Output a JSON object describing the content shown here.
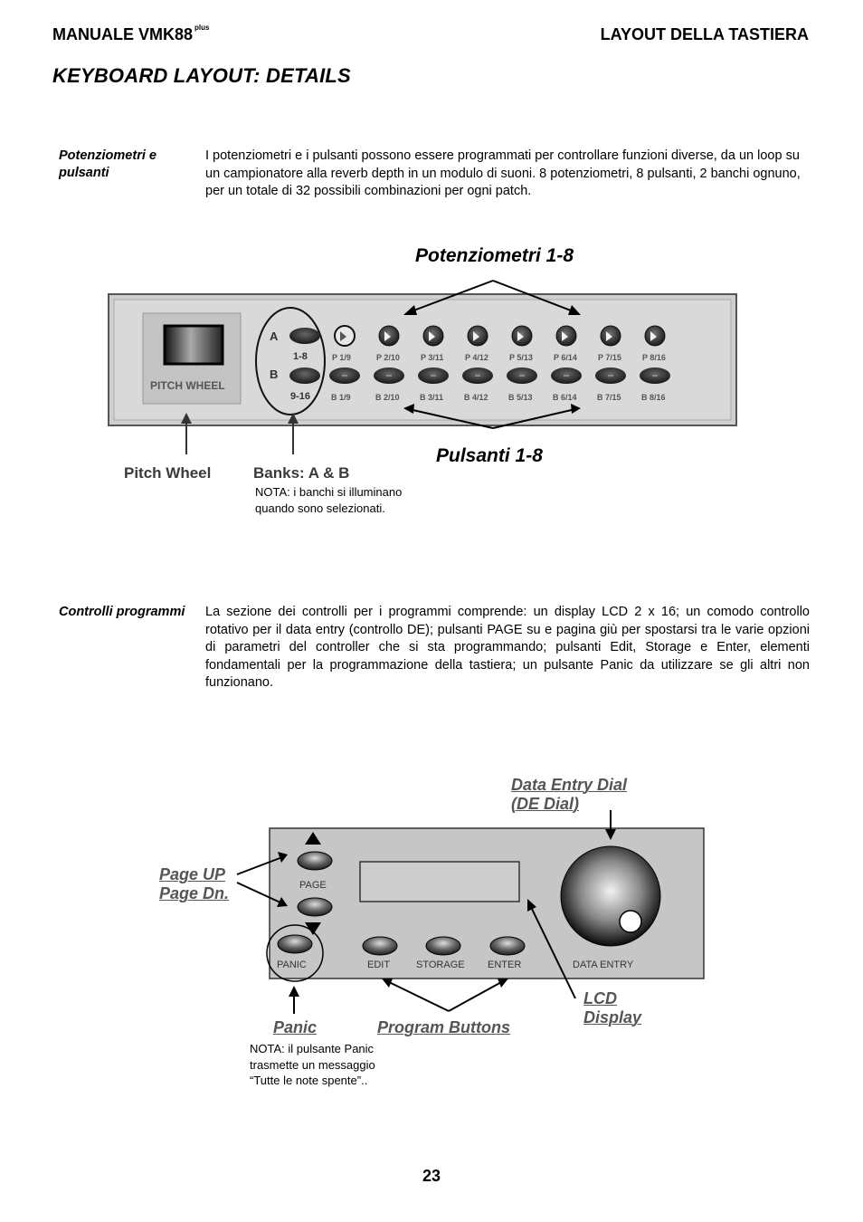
{
  "header": {
    "left_title": "MANUALE VMK88",
    "left_sup": "plus",
    "right_title": "LAYOUT DELLA TASTIERA"
  },
  "page_title": "KEYBOARD LAYOUT: DETAILS",
  "section1": {
    "side_label": "Potenziometri e pulsanti",
    "text": "I potenziometri e i pulsanti possono essere programmati per controllare funzioni diverse, da un loop su un campionatore alla reverb depth in un modulo di suoni. 8 potenziometri, 8 pulsanti, 2 banchi ognuno, per un totale di 32 possibili combinazioni per ogni patch."
  },
  "figure1": {
    "caption_pots": "Potenziometri 1-8",
    "caption_buttons": "Pulsanti 1-8",
    "pitch_wheel_panel_label": "PITCH WHEEL",
    "bank_a": "A",
    "bank_b": "B",
    "bank_a_range": "1-8",
    "bank_b_range": "9-16",
    "pot_labels": [
      "P 1/9",
      "P 2/10",
      "P 3/11",
      "P 4/12",
      "P 5/13",
      "P 6/14",
      "P 7/15",
      "P 8/16"
    ],
    "button_labels": [
      "B 1/9",
      "B 2/10",
      "B 3/11",
      "B 4/12",
      "B 5/13",
      "B 6/14",
      "B 7/15",
      "B 8/16"
    ],
    "callout_pitch": "Pitch Wheel",
    "callout_banks": "Banks: A & B",
    "note": "NOTA: i banchi si illuminano quando sono selezionati."
  },
  "section2": {
    "side_label": "Controlli programmi",
    "text": "La sezione dei controlli per i programmi comprende: un display LCD 2 x 16; un comodo controllo rotativo per il data entry (controllo DE); pulsanti PAGE su e pagina giù per spostarsi tra le varie opzioni di parametri del controller che si sta programmando; pulsanti Edit, Storage e Enter, elementi fondamentali per la programmazione della tastiera; un pulsante Panic da utilizzare se gli altri non funzionano."
  },
  "figure2": {
    "callout_de_line1": "Data Entry Dial",
    "callout_de_line2": "(DE Dial)",
    "callout_page_line1": "Page UP",
    "callout_page_line2": "Page Dn.",
    "page_label": "PAGE",
    "panic_label": "PANIC",
    "edit_label": "EDIT",
    "storage_label": "STORAGE",
    "enter_label": "ENTER",
    "data_entry_label": "DATA ENTRY",
    "callout_lcd_line1": "LCD",
    "callout_lcd_line2": "Display",
    "callout_panic": "Panic",
    "callout_program": "Program Buttons",
    "note": "NOTA: il pulsante Panic trasmette un messaggio “Tutte le note spente”.."
  },
  "page_number": "23"
}
